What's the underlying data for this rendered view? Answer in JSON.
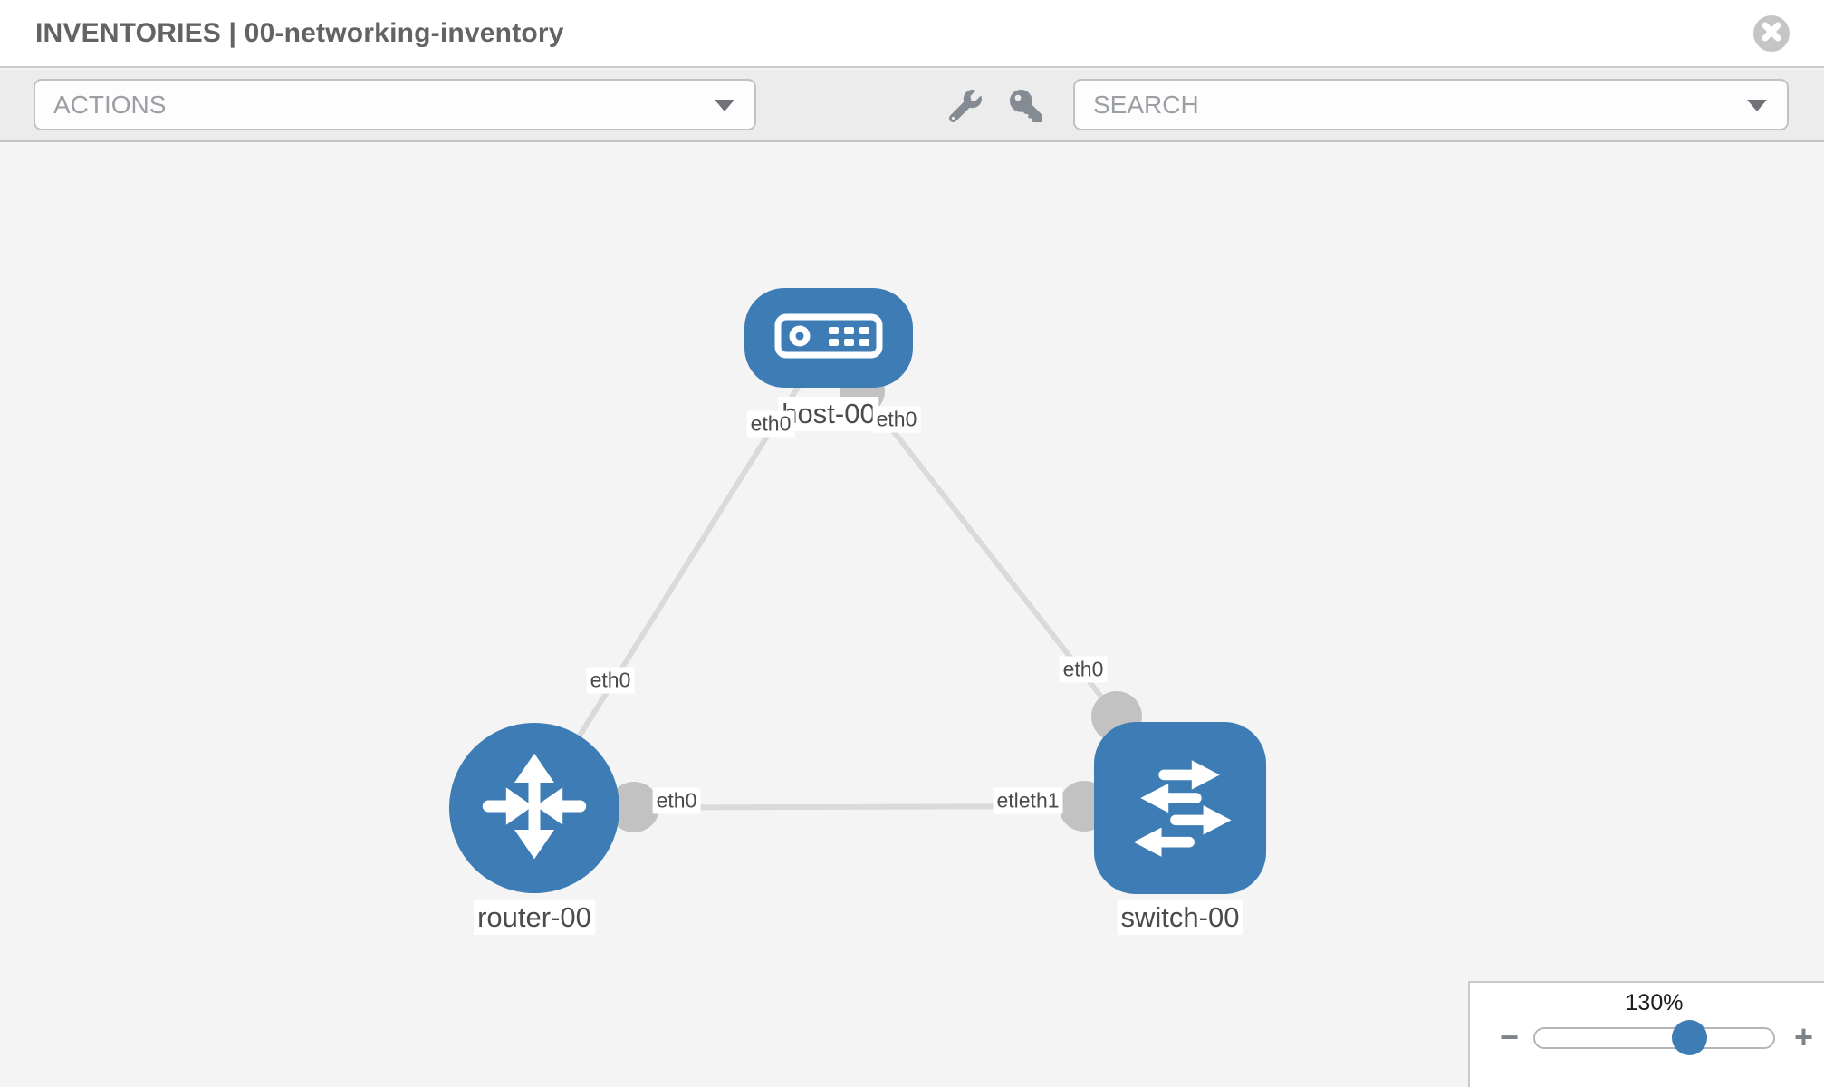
{
  "header": {
    "title": "INVENTORIES | 00-networking-inventory"
  },
  "toolbar": {
    "actions": {
      "label": "ACTIONS"
    },
    "search": {
      "label": "SEARCH"
    },
    "tools": [
      {
        "icon": "wrench-icon"
      },
      {
        "icon": "key-icon"
      }
    ]
  },
  "colors": {
    "node_blue": "#3d7cb5",
    "link_gray": "#dadada",
    "port_gray": "#c2c2c2",
    "toolbar_gray": "#ececec",
    "canvas_gray": "#f4f4f4"
  },
  "topology": {
    "nodes": [
      {
        "id": "host-00",
        "label": "host-00",
        "type": "host",
        "icon": "server-icon"
      },
      {
        "id": "router-00",
        "label": "router-00",
        "type": "router",
        "icon": "router-arrows-icon"
      },
      {
        "id": "switch-00",
        "label": "switch-00",
        "type": "switch",
        "icon": "switch-arrows-icon"
      }
    ],
    "interface_labels": {
      "host_left": "eth0",
      "host_right": "eth0",
      "router_uplink": "eth0",
      "router_right": "eth0",
      "switch_uplink": "eth0",
      "switch_left": "etleth1"
    },
    "links": [
      {
        "from": "host-00",
        "to": "router-00"
      },
      {
        "from": "host-00",
        "to": "switch-00"
      },
      {
        "from": "router-00",
        "to": "switch-00"
      }
    ]
  },
  "zoom_control": {
    "value_label": "130%",
    "percent": 130,
    "minus_label": "−",
    "plus_label": "+"
  }
}
